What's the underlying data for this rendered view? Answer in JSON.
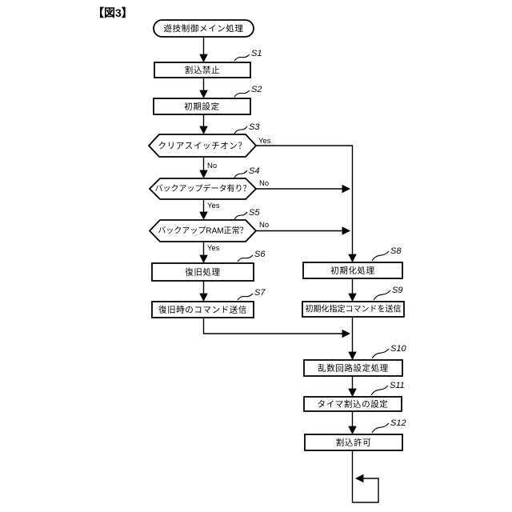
{
  "figure": {
    "title": "【図3】"
  },
  "start": {
    "label": "遊技制御メイン処理"
  },
  "steps": {
    "s1": {
      "id": "S1",
      "label": "割込禁止"
    },
    "s2": {
      "id": "S2",
      "label": "初期設定"
    },
    "s3": {
      "id": "S3",
      "label": "クリアスイッチオン？"
    },
    "s4": {
      "id": "S4",
      "label": "バックアップデータ有り？"
    },
    "s5": {
      "id": "S5",
      "label": "バックアップRAM正常？"
    },
    "s6": {
      "id": "S6",
      "label": "復旧処理"
    },
    "s7": {
      "id": "S7",
      "label": "復旧時のコマンド送信"
    },
    "s8": {
      "id": "S8",
      "label": "初期化処理"
    },
    "s9": {
      "id": "S9",
      "label": "初期化指定コマンドを送信"
    },
    "s10": {
      "id": "S10",
      "label": "乱数回路設定処理"
    },
    "s11": {
      "id": "S11",
      "label": "タイマ割込の設定"
    },
    "s12": {
      "id": "S12",
      "label": "割込許可"
    }
  },
  "branches": {
    "s3_yes": "Yes",
    "s3_no": "No",
    "s4_no": "No",
    "s4_yes": "Yes",
    "s5_no": "No",
    "s5_yes": "Yes"
  },
  "colors": {
    "ink": "#000000",
    "background": "#ffffff"
  }
}
